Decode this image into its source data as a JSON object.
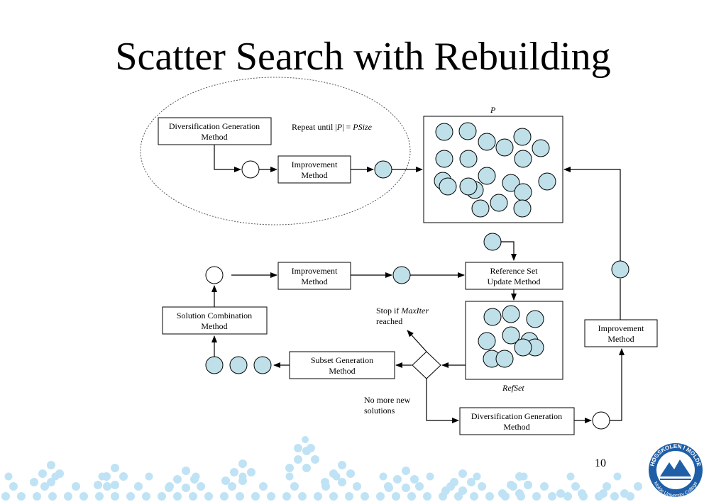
{
  "slide": {
    "title": "Scatter Search with Rebuilding",
    "page_number": "10"
  },
  "labels": {
    "p_top": "P",
    "repeat_prefix": "Repeat until |",
    "repeat_p": "P",
    "repeat_mid": "| = ",
    "repeat_psize": "PSize",
    "stop_prefix": "Stop if ",
    "stop_maxiter": "MaxIter",
    "stop_reached": "reached",
    "no_more_1": "No more new",
    "no_more_2": "solutions",
    "refset": "RefSet"
  },
  "boxes": {
    "div_gen_top_1": "Diversification Generation",
    "div_gen_top_2": "Method",
    "improve_top_1": "Improvement",
    "improve_top_2": "Method",
    "improve_mid_1": "Improvement",
    "improve_mid_2": "Method",
    "refset_update_1": "Reference Set",
    "refset_update_2": "Update Method",
    "sol_comb_1": "Solution Combination",
    "sol_comb_2": "Method",
    "subset_gen_1": "Subset Generation",
    "subset_gen_2": "Method",
    "improve_right_1": "Improvement",
    "improve_right_2": "Method",
    "div_gen_bottom_1": "Diversification Generation",
    "div_gen_bottom_2": "Method"
  },
  "logo": {
    "text_top": "HØGSKOLEN I MOLDE",
    "text_bottom": "Molde University College",
    "icon": "mountain-seal-icon"
  },
  "colors": {
    "solution_fill": "#bfe0e8",
    "decor_dots": "#bfe3f5",
    "logo_blue": "#1f5fa8"
  }
}
